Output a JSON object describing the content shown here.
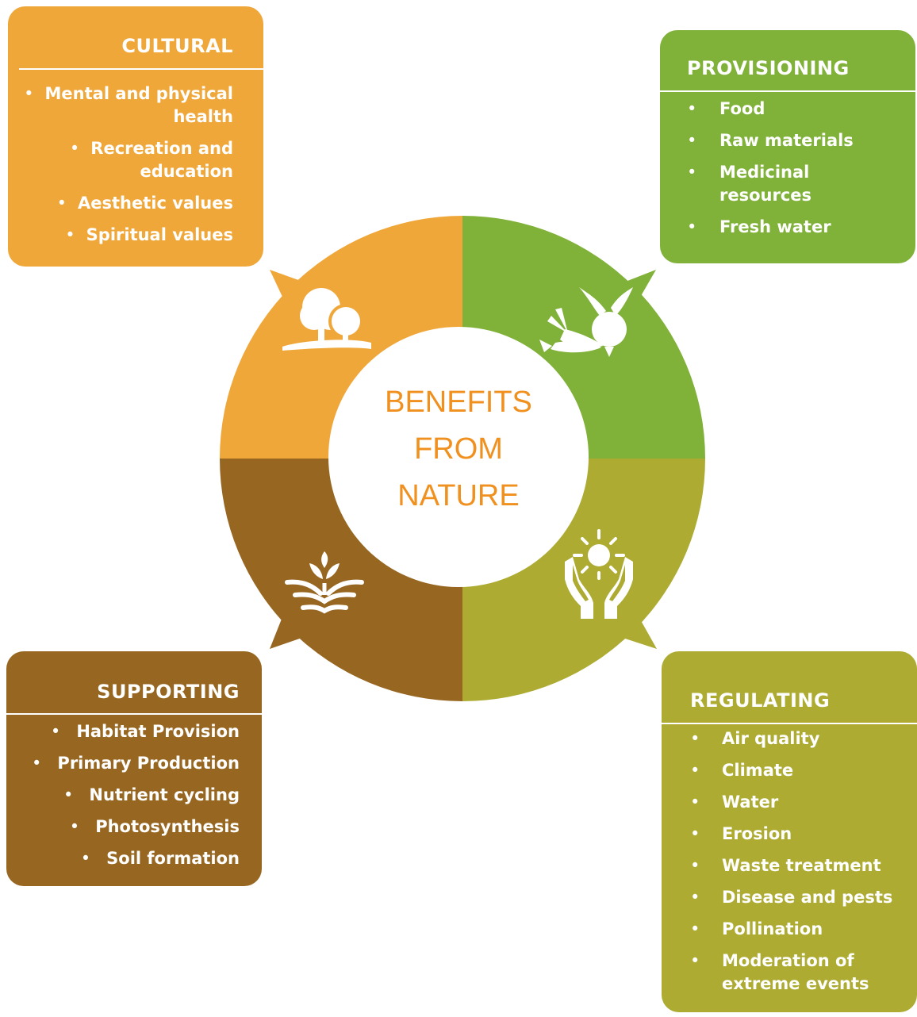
{
  "center": {
    "lines": [
      "BENEFITS",
      "FROM",
      "NATURE"
    ]
  },
  "colors": {
    "cultural": "#f0a73a",
    "provisioning": "#80b139",
    "regulating": "#adab32",
    "supporting": "#976722",
    "center_text": "#f0901f"
  },
  "cultural": {
    "title": "CULTURAL",
    "icon": "trees-icon",
    "items": [
      "Mental and physical health",
      "Recreation and education",
      "Aesthetic values",
      "Spiritual values"
    ]
  },
  "provisioning": {
    "title": "PROVISIONING",
    "icon": "vegetables-icon",
    "items": [
      "Food",
      "Raw materials",
      "Medicinal resources",
      "Fresh water"
    ]
  },
  "supporting": {
    "title": "SUPPORTING",
    "icon": "sprout-soil-icon",
    "items": [
      "Habitat Provision",
      "Primary Production",
      "Nutrient cycling",
      "Photosynthesis",
      "Soil formation"
    ]
  },
  "regulating": {
    "title": "REGULATING",
    "icon": "hands-sun-icon",
    "items": [
      "Air quality",
      "Climate",
      "Water",
      "Erosion",
      "Waste treatment",
      "Disease and pests",
      "Pollination",
      "Moderation of extreme events"
    ]
  }
}
